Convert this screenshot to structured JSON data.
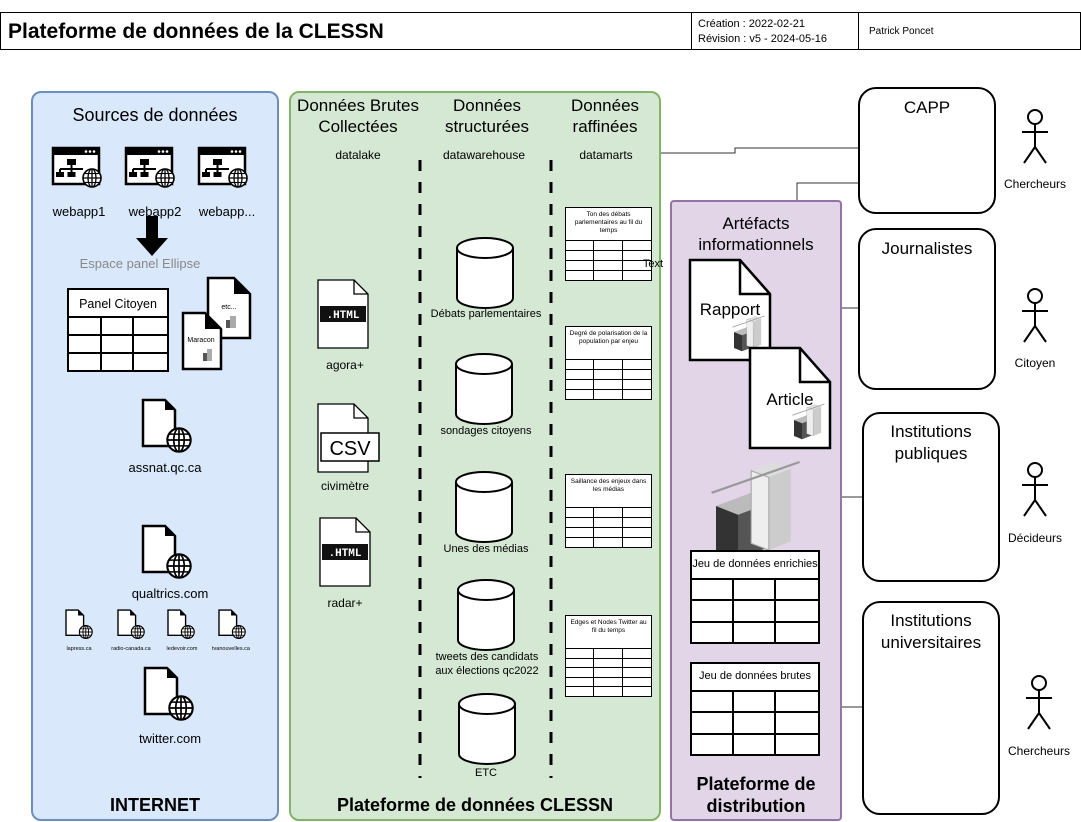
{
  "header": {
    "title": "Plateforme de données de la CLESSN",
    "creation": "Création : 2022-02-21",
    "revision": "Révision : v5 - 2024-05-16",
    "author": "Patrick Poncet"
  },
  "internet": {
    "title": "Sources de données",
    "footer": "INTERNET",
    "webapps": [
      "webapp1",
      "webapp2",
      "webapp..."
    ],
    "ellipse_label": "Espace panel Ellipse",
    "panel_citoyen": "Panel Citoyen",
    "doc_etc": "etc...",
    "doc_maracon": "Maracon",
    "site_assnat": "assnat.qc.ca",
    "site_qualtrics": "qualtrics.com",
    "news_sites": [
      "lapress.ca",
      "radio-canada.ca",
      "ledevoir.com",
      "tvanouvelles.ca"
    ],
    "site_twitter": "twitter.com"
  },
  "clessn": {
    "footer": "Plateforme de données CLESSN",
    "col1_title": "Données Brutes Collectées",
    "col2_title": "Données structurées",
    "col3_title": "Données raffinées",
    "col1_sub": "datalake",
    "col2_sub": "datawarehouse",
    "col3_sub": "datamarts",
    "raw_files": [
      {
        "ext": ".HTML",
        "label": "agora+"
      },
      {
        "ext": "CSV",
        "label": "civimètre"
      },
      {
        "ext": ".HTML",
        "label": "radar+"
      }
    ],
    "databases": [
      "Débats parlementaires",
      "sondages citoyens",
      "Unes des médias",
      "tweets des candidats aux élections qc2022",
      "ETC"
    ],
    "datamarts": [
      "Ton des débats parlementaires au fil du temps",
      "Degré de polarisation de la population par enjeu",
      "Saillance des enjeux dans les médias",
      "Edges et Nodes Twitter au fil du temps"
    ],
    "stray_text": "Text"
  },
  "distribution": {
    "title": "Artéfacts informationnels",
    "footer": "Plateforme de distribution",
    "doc_rapport": "Rapport",
    "doc_article": "Article",
    "dataset_enriched": "Jeu de données enrichies",
    "dataset_raw": "Jeu de données brutes"
  },
  "stakeholders": [
    {
      "name": "CAPP",
      "actor": "Chercheurs"
    },
    {
      "name": "Journalistes",
      "actor": "Citoyen"
    },
    {
      "name": "Institutions publiques",
      "actor": "Décideurs"
    },
    {
      "name": "Institutions universitaires",
      "actor": "Chercheurs"
    }
  ],
  "colors": {
    "internet_fill": "#dae8fc",
    "internet_stroke": "#6c8ebf",
    "clessn_fill": "#d5e8d4",
    "clessn_stroke": "#82b366",
    "dist_fill": "#e1d5e7",
    "dist_stroke": "#9673a6"
  },
  "icons": [
    "webapp-icon",
    "arrow-down-icon",
    "document-icon",
    "globe-icon",
    "database-icon",
    "chart-3d-icon",
    "actor-icon",
    "html-file-icon",
    "csv-file-icon"
  ]
}
